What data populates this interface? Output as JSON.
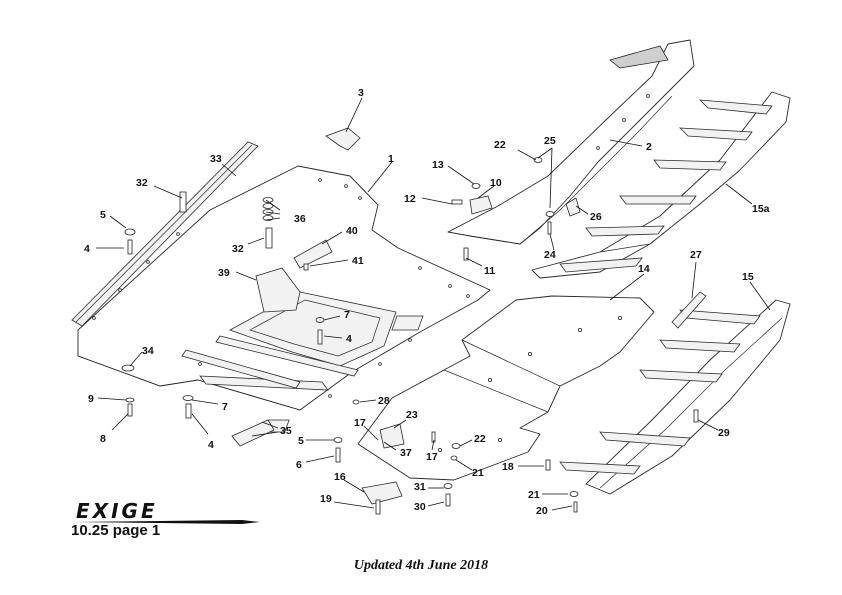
{
  "brand": {
    "logo_text": "EXIGE"
  },
  "page_ref": "10.25 page 1",
  "updated": "Updated 4th June 2018",
  "callouts": {
    "c1": "1",
    "c2": "2",
    "c3": "3",
    "c4a": "4",
    "c4b": "4",
    "c4c": "4",
    "c5a": "5",
    "c5b": "5",
    "c6": "6",
    "c7a": "7",
    "c7b": "7",
    "c8": "8",
    "c9": "9",
    "c10": "10",
    "c11": "11",
    "c12": "12",
    "c13": "13",
    "c14": "14",
    "c15": "15",
    "c15a": "15a",
    "c16": "16",
    "c17a": "17",
    "c17b": "17",
    "c18": "18",
    "c19": "19",
    "c20": "20",
    "c21a": "21",
    "c21b": "21",
    "c22a": "22",
    "c22b": "22",
    "c23": "23",
    "c24": "24",
    "c25": "25",
    "c26": "26",
    "c27": "27",
    "c28": "28",
    "c29": "29",
    "c30": "30",
    "c31": "31",
    "c32a": "32",
    "c32b": "32",
    "c33": "33",
    "c34": "34",
    "c35": "35",
    "c36": "36",
    "c37": "37",
    "c39": "39",
    "c40": "40",
    "c41": "41"
  }
}
